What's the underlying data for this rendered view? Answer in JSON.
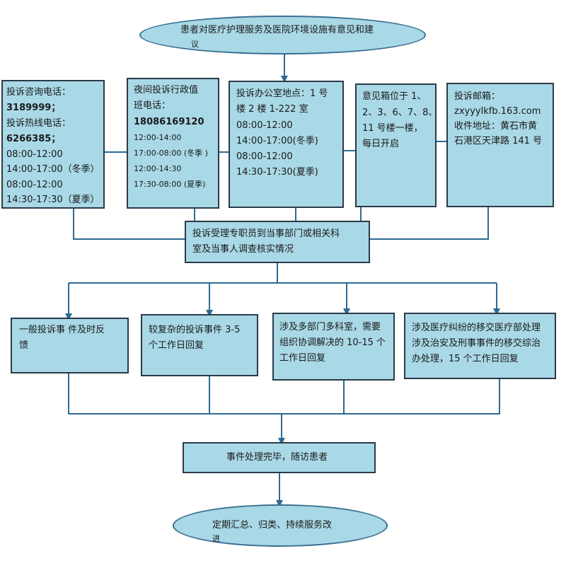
{
  "start": {
    "line1": "患者对医疗护理服务及医院环境设施有意见和建",
    "line2": "议"
  },
  "channels": {
    "phone": {
      "l1": "投诉咨询电话：",
      "l2": "3189999；",
      "l3": "投诉热线电话：",
      "l4": "6266385；",
      "l5": "08:00-12:00",
      "l6": "14:00-17:00（冬季）",
      "l7": "08:00-12:00",
      "l8": "14:30-17:30（夏季）"
    },
    "night": {
      "l1": "夜间投诉行政值",
      "l2": "班电话：",
      "l3": "18086169120",
      "l4": "12:00-14:00",
      "l5": "17:00-08:00 (冬季 )",
      "l6": "12:00-14:30",
      "l7": "17:30-08:00 (夏季)"
    },
    "office": {
      "l1": "投诉办公室地点：1 号",
      "l2": "楼 2 楼 1-222 室",
      "l3": "08:00-12:00",
      "l4": "14:00-17:00(冬季)",
      "l5": "08:00-12:00",
      "l6": "14:30-17:30(夏季)"
    },
    "box": {
      "l1": "意见箱位于 1、",
      "l2": "2、3、6、7、8、",
      "l3": "11 号楼一楼，",
      "l4": "每日开启"
    },
    "mail": {
      "l1": "投诉邮箱：",
      "l2": "zxyyylkfb.163.com",
      "l3": "收件地址：黄石市黄",
      "l4": "石港区天津路 141 号"
    }
  },
  "investigate": {
    "l1": "投诉受理专职员到当事部门或相关科",
    "l2": "室及当事人调查核实情况"
  },
  "outcomes": {
    "general": {
      "l1": "一般投诉事 件及时反",
      "l2": "馈"
    },
    "complex": {
      "l1": "较复杂的投诉事件 3-5",
      "l2": "个工作日回复"
    },
    "multi": {
      "l1": "涉及多部门多科室，需要",
      "l2": "组织协调解决的 10-15 个",
      "l3": "工作日回复"
    },
    "dispute": {
      "l1": "涉及医疗纠纷的移交医疗部处理",
      "l2": "涉及治安及刑事事件的移交综治",
      "l3": "办处理，15 个工作日回复"
    }
  },
  "followup": {
    "text": "事件处理完毕，随访患者"
  },
  "end": {
    "line1": "定期汇总、归类、持续服务改",
    "line2": "进"
  },
  "colors": {
    "fill": "#a9d8e6",
    "border": "#2a3a48",
    "line": "#2d6a93"
  }
}
